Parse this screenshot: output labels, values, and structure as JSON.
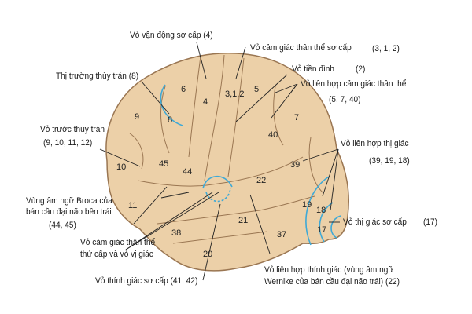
{
  "colors": {
    "brain_fill": "#ecd0a8",
    "brain_stroke": "#9a7652",
    "highlight": "#3fa9d6",
    "line": "#222222"
  },
  "labels": {
    "primary_motor": "Vỏ vận động sơ cấp (4)",
    "primary_somatosensory": "Vỏ cảm giác thân thể sơ cấp",
    "primary_somatosensory_areas": "(3, 1, 2)",
    "vestibular": "Vỏ tiền đình",
    "vestibular_area": "(2)",
    "frontal_eye_field": "Thị trường thùy trán (8)",
    "somatosensory_assoc": "Vỏ liên hợp cảm giác thân thể",
    "somatosensory_assoc_areas": "(5, 7, 40)",
    "prefrontal": "Vỏ trước thùy trán",
    "prefrontal_areas": "(9, 10, 11, 12)",
    "visual_assoc": "Vỏ liên hợp thị giác",
    "visual_assoc_areas": "(39, 19, 18)",
    "broca_line1": "Vùng âm ngữ Broca của",
    "broca_line2": "bán cầu đại não bên trái",
    "broca_areas": "(44, 45)",
    "primary_visual": "Vỏ thị giác sơ cấp",
    "primary_visual_area": "(17)",
    "secondary_somato_line1": "Vỏ cảm giác thân thể",
    "secondary_somato_line2": "thứ cấp và vỏ vị giác",
    "primary_auditory": "Vỏ thính giác sơ cấp (41, 42)",
    "auditory_assoc_line1": "Vỏ liên hợp thính giác (vùng âm ngữ",
    "auditory_assoc_line2": "Wernike của bán cầu đại não trái)  (22)"
  },
  "areas": [
    "6",
    "4",
    "3,1,2",
    "5",
    "7",
    "9",
    "8",
    "40",
    "39",
    "10",
    "45",
    "44",
    "22",
    "19",
    "18",
    "17",
    "11",
    "21",
    "37",
    "38",
    "20"
  ]
}
